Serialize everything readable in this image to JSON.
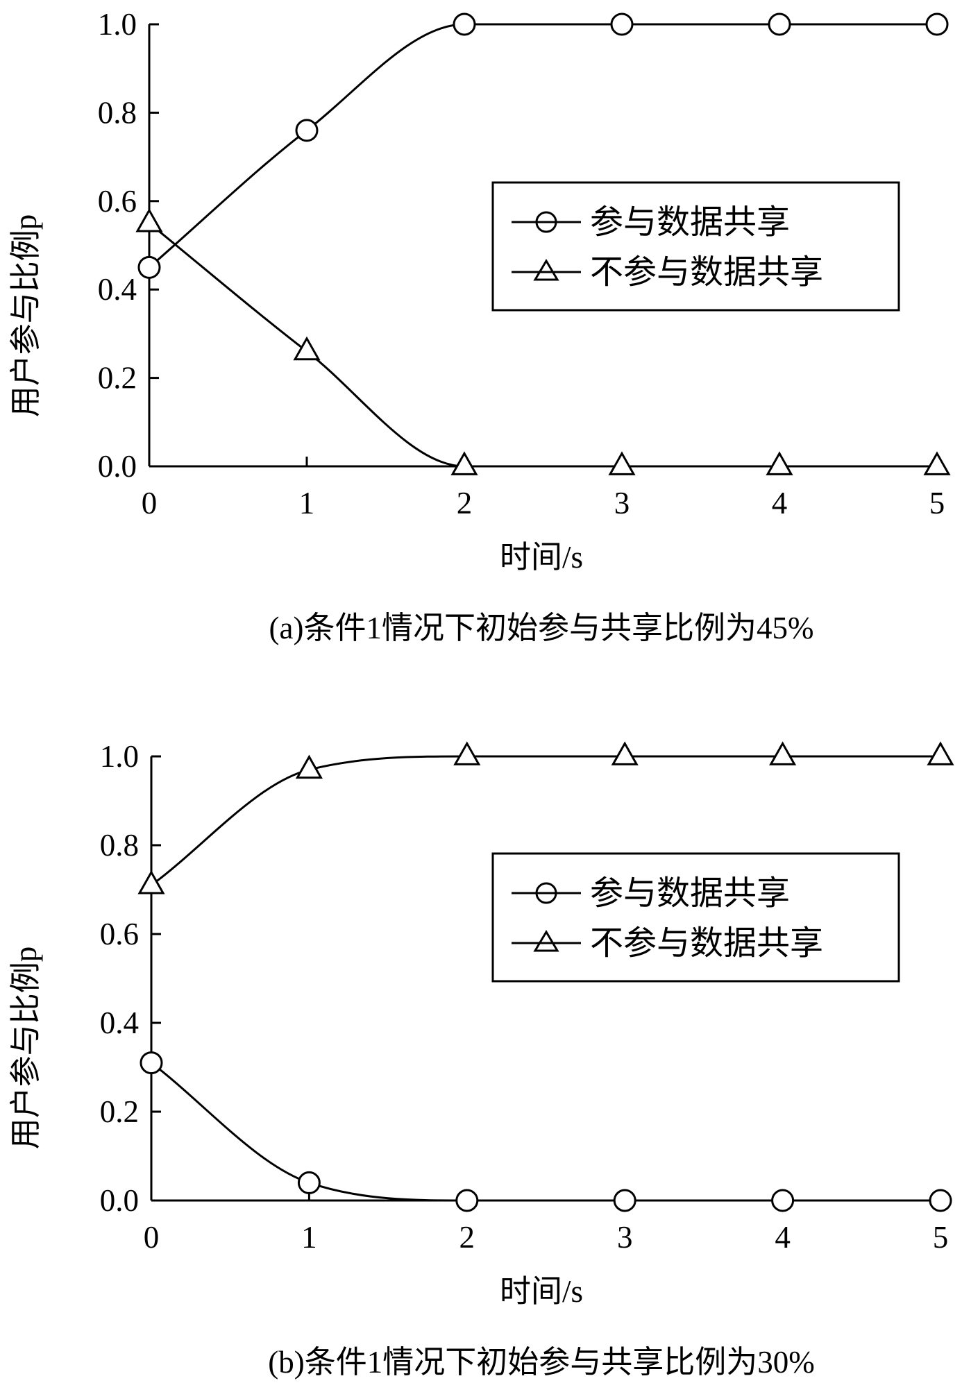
{
  "chart_data": [
    {
      "type": "line",
      "caption": "(a)条件1情况下初始参与共享比例为45%",
      "xlabel": "时间/s",
      "ylabel": "用户参与比例p",
      "x": [
        0,
        1,
        2,
        3,
        4,
        5
      ],
      "xlim": [
        0,
        5
      ],
      "ylim": [
        0,
        1
      ],
      "xticks": [
        "0",
        "1",
        "2",
        "3",
        "4",
        "5"
      ],
      "yticks": [
        "0.0",
        "0.2",
        "0.4",
        "0.6",
        "0.8",
        "1.0"
      ],
      "grid": false,
      "legend_position": "right",
      "series": [
        {
          "name": "参与数据共享",
          "marker": "circle",
          "values": [
            0.45,
            0.76,
            1.0,
            1.0,
            1.0,
            1.0
          ]
        },
        {
          "name": "不参与数据共享",
          "marker": "triangle",
          "values": [
            0.55,
            0.26,
            0.0,
            0.0,
            0.0,
            0.0
          ]
        }
      ]
    },
    {
      "type": "line",
      "caption": "(b)条件1情况下初始参与共享比例为30%",
      "xlabel": "时间/s",
      "ylabel": "用户参与比例p",
      "x": [
        0,
        1,
        2,
        3,
        4,
        5
      ],
      "xlim": [
        0,
        5
      ],
      "ylim": [
        0,
        1
      ],
      "xticks": [
        "0",
        "1",
        "2",
        "3",
        "4",
        "5"
      ],
      "yticks": [
        "0.0",
        "0.2",
        "0.4",
        "0.6",
        "0.8",
        "1.0"
      ],
      "grid": false,
      "legend_position": "right",
      "series": [
        {
          "name": "参与数据共享",
          "marker": "circle",
          "values": [
            0.31,
            0.04,
            0.0,
            0.0,
            0.0,
            0.0
          ]
        },
        {
          "name": "不参与数据共享",
          "marker": "triangle",
          "values": [
            0.71,
            0.97,
            1.0,
            1.0,
            1.0,
            1.0
          ]
        }
      ]
    }
  ]
}
